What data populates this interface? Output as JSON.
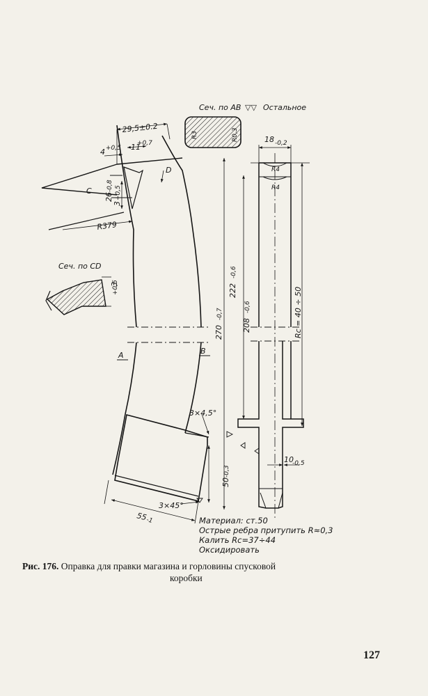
{
  "drawing": {
    "section_ab_label": "Сеч. по АВ",
    "surface_finish_label": "Остальное",
    "section_cd_label": "Сеч. по CD",
    "letters": {
      "A": "A",
      "B": "B",
      "C": "C",
      "D": "D"
    },
    "dimensions": {
      "d_29_5": "29,5±0.2",
      "d_11": "11",
      "d_11_tol": "+0,7",
      "d_4": "4",
      "d_4_tol": "+0,5",
      "d_26": "26",
      "d_26_tol": "-0,8",
      "d_3_left": "3",
      "d_3_left_tol": "+0,5",
      "d_3_cd": "3",
      "d_3_cd_tol": "+0,5",
      "r379": "R379",
      "r3": "R3",
      "r03": "R0,3",
      "d_18": "18",
      "d_18_tol": "-0,2",
      "r4_top": "R4",
      "r4_bot": "R4",
      "d_222": "222",
      "d_222_tol": "-0,6",
      "d_270": "270",
      "d_270_tol": "-0,7",
      "d_208": "208",
      "d_208_tol": "-0,6",
      "rc": "Rс = 40 ÷ 50",
      "chamfer_top": "3×4,5°",
      "chamfer_bot": "3×45°",
      "d_50": "50",
      "d_50_tol": "-0,3",
      "d_55": "55",
      "d_55_tol": "-1",
      "d_10": "10",
      "d_10_tol": "-0,5"
    },
    "notes": [
      "Материал: ст.50",
      "Острые ребра притупить R≈0,3",
      "Калить Rс=37÷44",
      "Оксидировать"
    ]
  },
  "caption": {
    "label": "Рис. 176.",
    "line1": "Оправка для правки магазина и горловины спусковой",
    "line2": "коробки"
  },
  "page_number": "127"
}
